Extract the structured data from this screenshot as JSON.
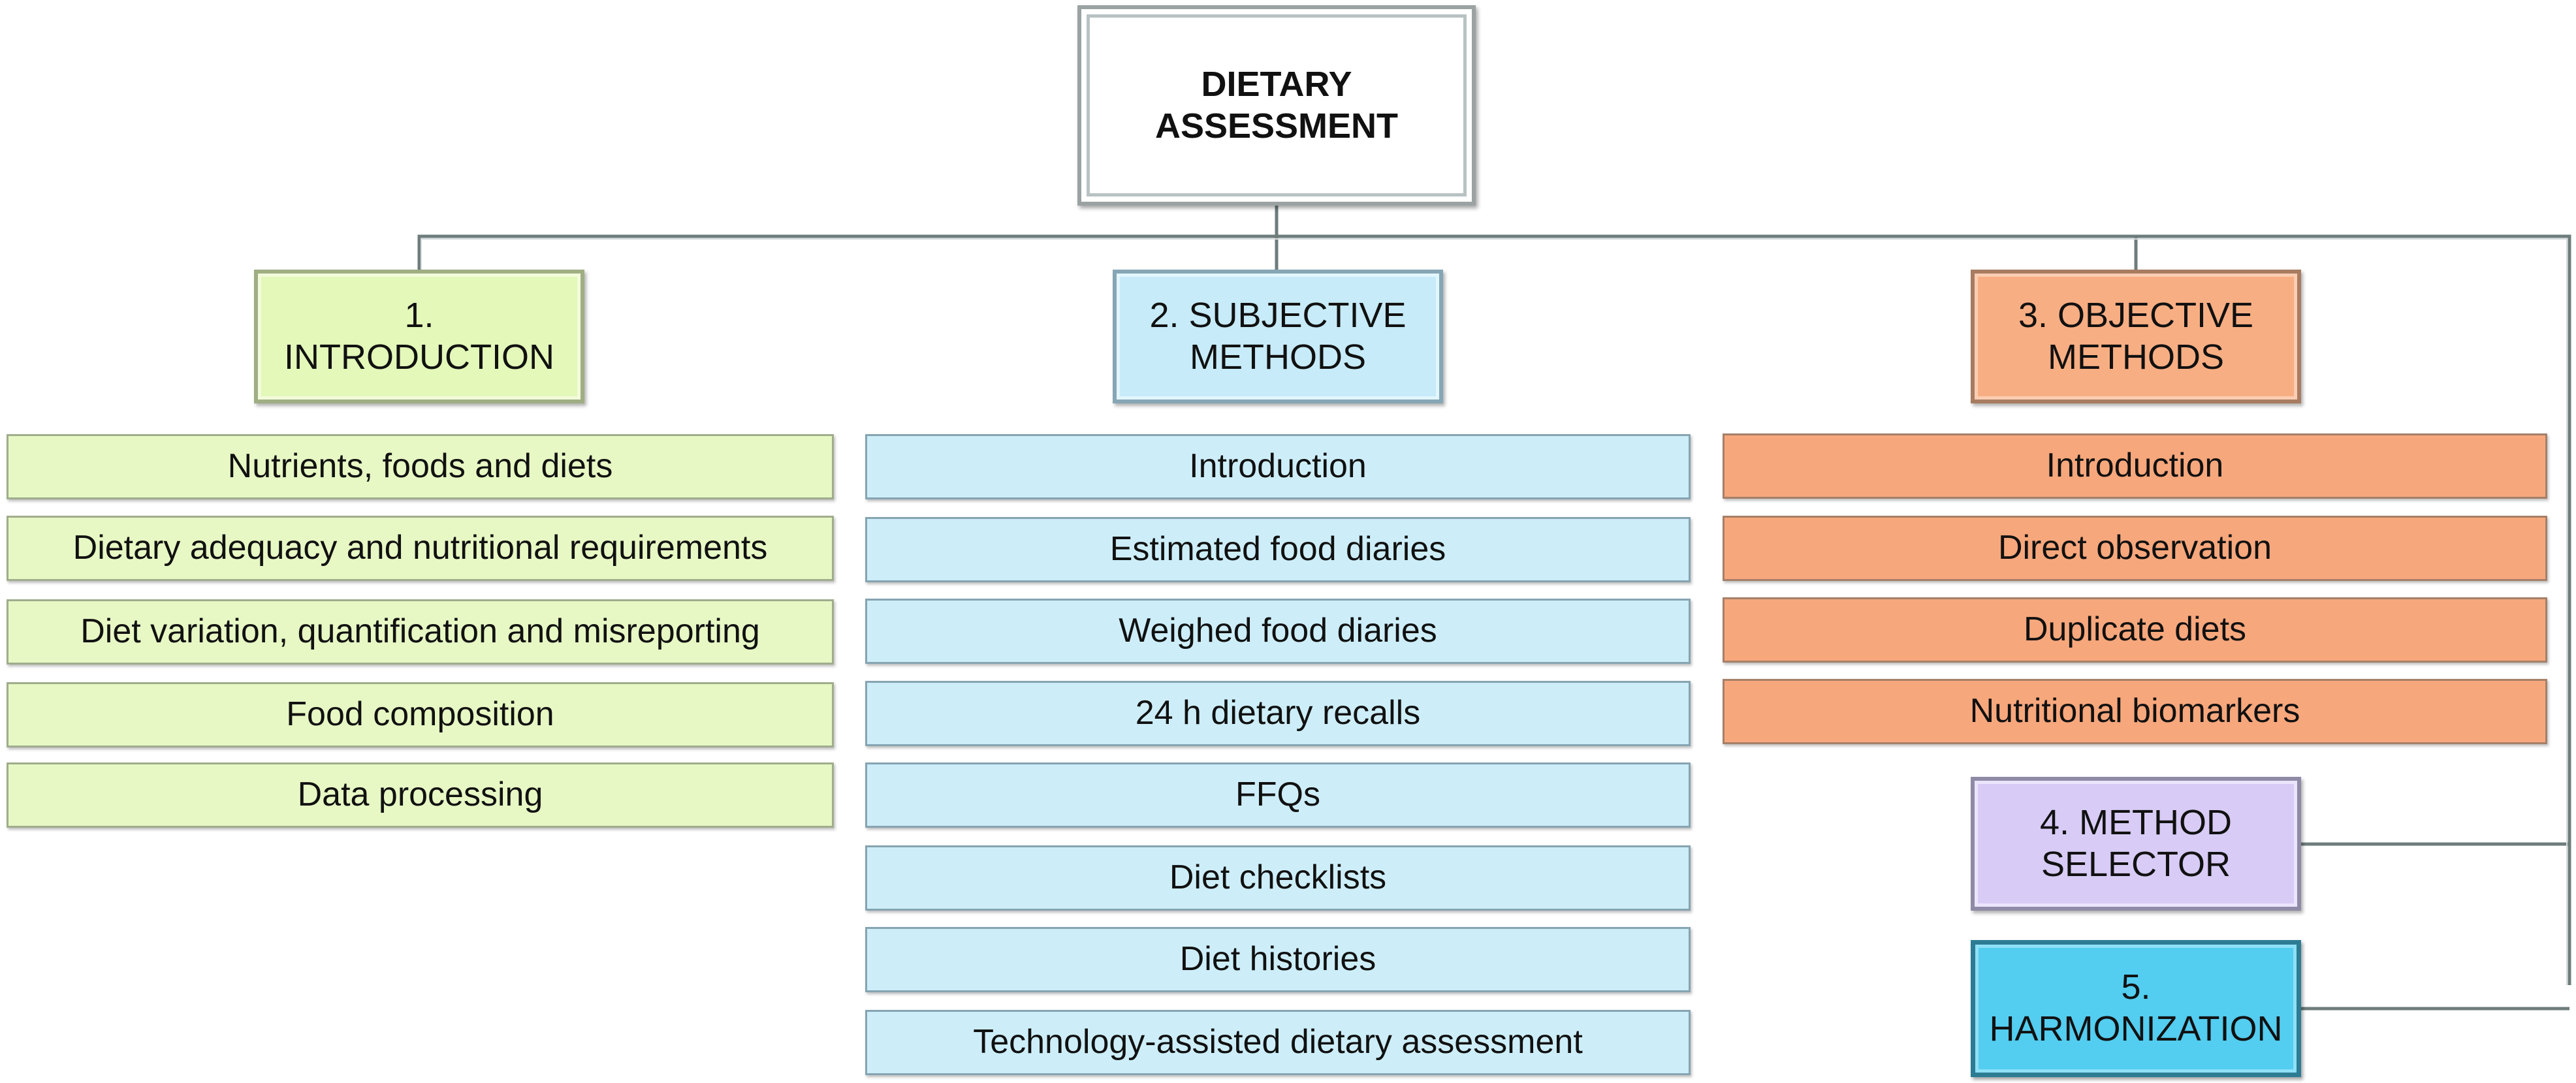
{
  "root": {
    "line1": "DIETARY",
    "line2": "ASSESSMENT"
  },
  "sections": {
    "introduction": {
      "line1": "1.",
      "line2": "INTRODUCTION",
      "items": [
        "Nutrients, foods and diets",
        "Dietary adequacy and nutritional requirements",
        "Diet variation, quantification and misreporting",
        "Food composition",
        "Data processing"
      ]
    },
    "subjective": {
      "line1": "2. SUBJECTIVE",
      "line2": "METHODS",
      "items": [
        "Introduction",
        "Estimated food diaries",
        "Weighed food diaries",
        "24 h dietary recalls",
        "FFQs",
        "Diet checklists",
        "Diet histories",
        "Technology-assisted dietary assessment"
      ]
    },
    "objective": {
      "line1": "3. OBJECTIVE",
      "line2": "METHODS",
      "items": [
        "Introduction",
        "Direct observation",
        "Duplicate diets",
        "Nutritional biomarkers"
      ]
    },
    "method_selector": {
      "line1": "4. METHOD",
      "line2": "SELECTOR"
    },
    "harmonization": {
      "line1": "5.",
      "line2": "HARMONIZATION"
    }
  },
  "colors": {
    "introduction": "#e3f8b9",
    "subjective": "#c7ebf8",
    "objective": "#f8ae83",
    "method_selector": "#d8ccf6",
    "harmonization": "#53cdf0",
    "connector": "#6f7c7c"
  }
}
